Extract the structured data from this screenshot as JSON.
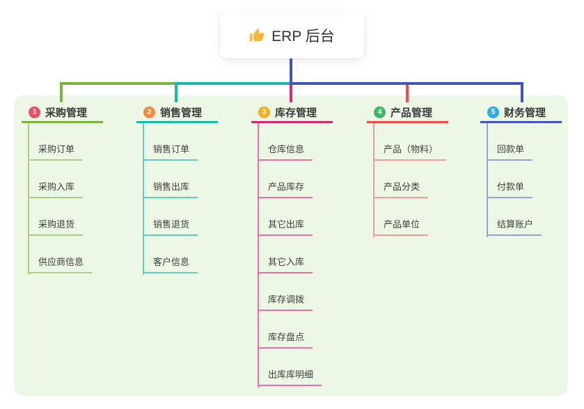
{
  "root": {
    "title": "ERP 后台",
    "icon": "thumbs-up-icon",
    "icon_color": "#f5b73d"
  },
  "colors": {
    "canvas_bg": "#ffffff",
    "group_bg": "#ecf7e5",
    "stem": "#4353b9"
  },
  "branches": [
    {
      "index": "1",
      "title": "采购管理",
      "badge_color": "#ee4e6a",
      "line_color": "#7cb342",
      "light_color": "#a9ce80",
      "children": [
        "采购订单",
        "采购入库",
        "采购退货",
        "供应商信息"
      ]
    },
    {
      "index": "2",
      "title": "销售管理",
      "badge_color": "#f78a42",
      "line_color": "#19b8a8",
      "light_color": "#63cdc2",
      "children": [
        "销售订单",
        "销售出库",
        "销售退货",
        "客户信息"
      ]
    },
    {
      "index": "3",
      "title": "库存管理",
      "badge_color": "#f6ae24",
      "line_color": "#d6286f",
      "light_color": "#ee6ea8",
      "children": [
        "仓库信息",
        "产品库存",
        "其它出库",
        "其它入库",
        "库存调拨",
        "库存盘点",
        "出库库明细"
      ]
    },
    {
      "index": "4",
      "title": "产品管理",
      "badge_color": "#3bb763",
      "line_color": "#f04b4b",
      "light_color": "#f59b94",
      "children": [
        "产品（物料）",
        "产品分类",
        "产品单位"
      ]
    },
    {
      "index": "5",
      "title": "财务管理",
      "badge_color": "#2eabe2",
      "line_color": "#4353b9",
      "light_color": "#93a4da",
      "children": [
        "回款单",
        "付款单",
        "结算账户"
      ]
    }
  ]
}
